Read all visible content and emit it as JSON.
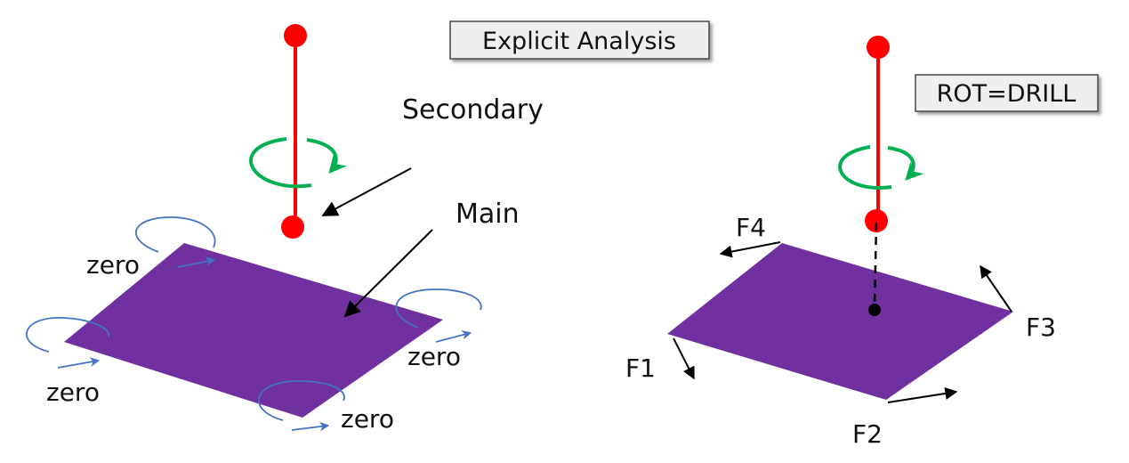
{
  "titles": {
    "explicit_analysis": "Explicit Analysis",
    "rot_drill": "ROT=DRILL"
  },
  "labels": {
    "secondary": "Secondary",
    "main": "Main",
    "zero": "zero",
    "f1": "F1",
    "f2": "F2",
    "f3": "F3",
    "f4": "F4"
  },
  "colors": {
    "plate": "#7030a0",
    "beam": "#ff0000",
    "rotation_arrow": "#00b050",
    "moment_arrow": "#4472c4",
    "box_fill": "#efefef",
    "arrow": "#000000"
  }
}
